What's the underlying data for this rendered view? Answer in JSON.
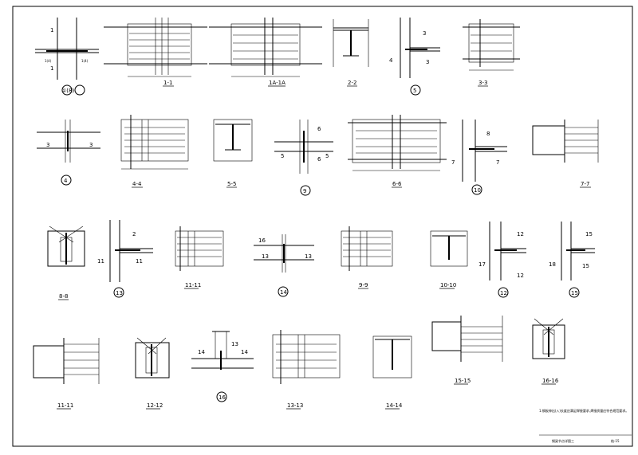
{
  "sheet": {
    "title": "钢梁节点详图三",
    "drawing_no": "结-15",
    "note": "1.钢板伸出(入)长度应满足焊接要求,焊接质量应符合规范要求。"
  },
  "sections": [
    {
      "id": "s1",
      "kind": "circle",
      "label": "①(8)"
    },
    {
      "id": "s2",
      "kind": "underline",
      "label": "1-1"
    },
    {
      "id": "s3",
      "kind": "underline",
      "label": "1A-1A"
    },
    {
      "id": "s4",
      "kind": "underline",
      "label": "2-2"
    },
    {
      "id": "s5",
      "kind": "circle",
      "label": "5"
    },
    {
      "id": "s6",
      "kind": "underline",
      "label": "3-3"
    },
    {
      "id": "s7",
      "kind": "circle",
      "label": "4"
    },
    {
      "id": "s8",
      "kind": "underline",
      "label": "4-4"
    },
    {
      "id": "s9",
      "kind": "underline",
      "label": "5-5"
    },
    {
      "id": "s10",
      "kind": "circle",
      "label": "9"
    },
    {
      "id": "s11",
      "kind": "underline",
      "label": "6-6"
    },
    {
      "id": "s12",
      "kind": "circle",
      "label": "10"
    },
    {
      "id": "s13",
      "kind": "underline",
      "label": "7-7"
    },
    {
      "id": "s14",
      "kind": "underline",
      "label": "8-8"
    },
    {
      "id": "s15",
      "kind": "circle",
      "label": "13"
    },
    {
      "id": "s16",
      "kind": "underline",
      "label": "11-11"
    },
    {
      "id": "s17",
      "kind": "circle",
      "label": "14"
    },
    {
      "id": "s18",
      "kind": "underline",
      "label": "9-9"
    },
    {
      "id": "s19",
      "kind": "underline",
      "label": "10-10"
    },
    {
      "id": "s20",
      "kind": "circle",
      "label": "12"
    },
    {
      "id": "s21",
      "kind": "circle",
      "label": "15"
    },
    {
      "id": "s22",
      "kind": "underline",
      "label": "11-11"
    },
    {
      "id": "s23",
      "kind": "underline",
      "label": "12-12"
    },
    {
      "id": "s24",
      "kind": "circle",
      "label": "16"
    },
    {
      "id": "s25",
      "kind": "underline",
      "label": "13-13"
    },
    {
      "id": "s26",
      "kind": "underline",
      "label": "14-14"
    },
    {
      "id": "s27",
      "kind": "underline",
      "label": "15-15"
    },
    {
      "id": "s28",
      "kind": "underline",
      "label": "16-16"
    }
  ],
  "callouts": {
    "c1a": "1",
    "c1b": "1",
    "c1c": "1(4)",
    "c1d": "1(4)",
    "c5a": "3",
    "c5b": "3",
    "c5c": "4",
    "c4a": "3",
    "c4b": "3",
    "c9a": "6",
    "c9b": "6",
    "c9c": "5",
    "c9d": "5",
    "c10a": "7",
    "c10b": "7",
    "c10c": "8",
    "c13a": "11",
    "c13b": "11",
    "c13c": "2",
    "c14a": "13",
    "c14b": "13",
    "c14c": "16",
    "c12a": "12",
    "c12b": "12",
    "c12c": "17",
    "c15a": "15",
    "c15b": "15",
    "c15c": "18",
    "c16a": "14",
    "c16b": "14",
    "c16c": "13"
  }
}
